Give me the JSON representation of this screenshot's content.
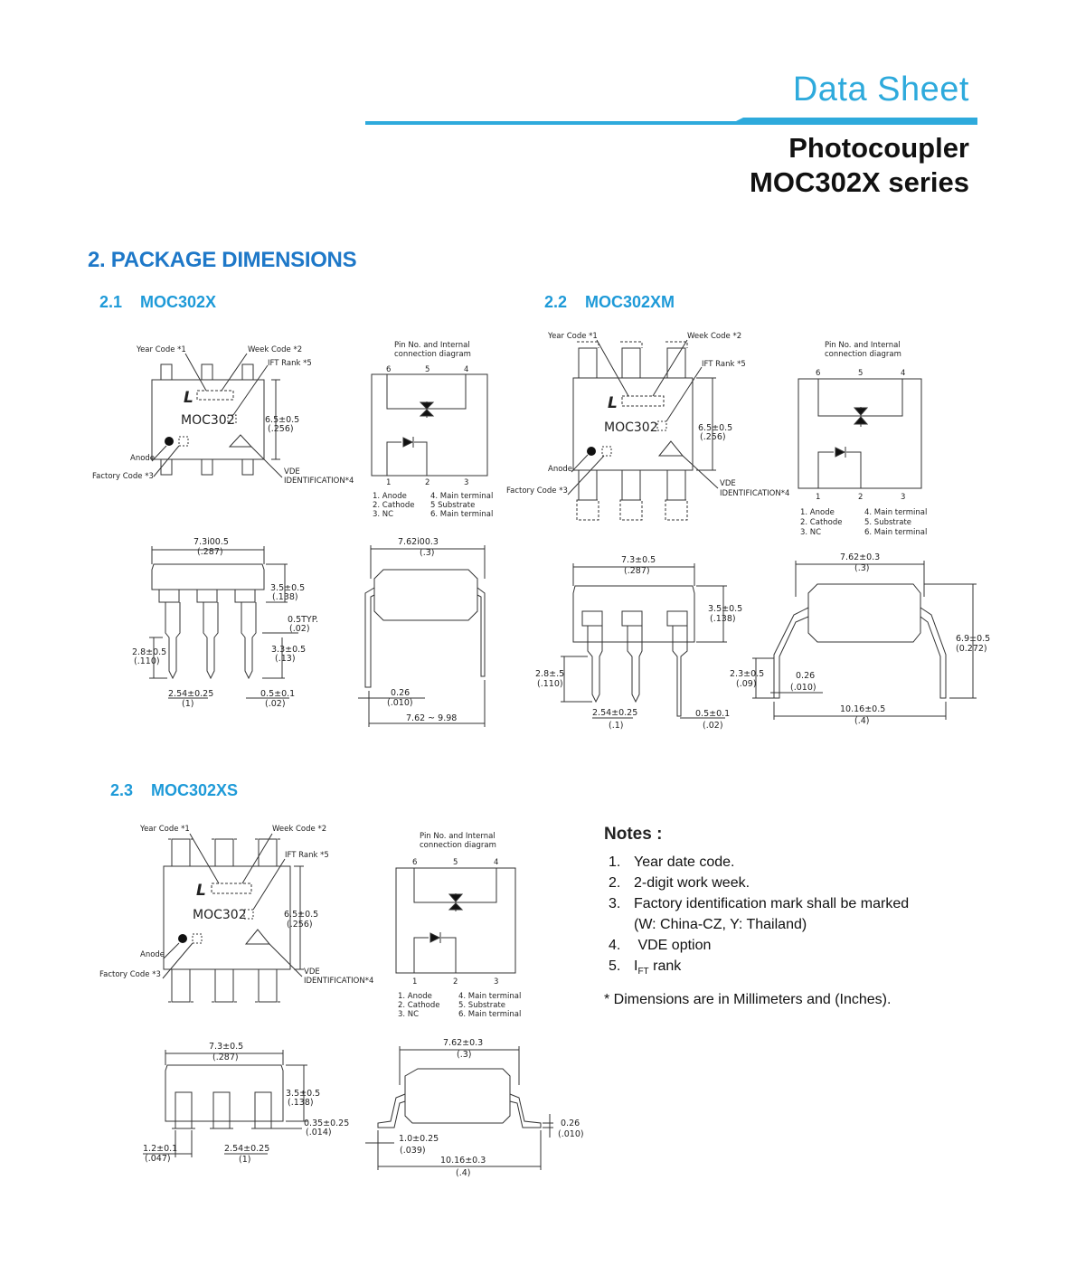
{
  "header": {
    "doc_type": "Data Sheet",
    "product_line1": "Photocoupler",
    "product_line2": "MOC302X  series",
    "accent_color": "#2eaadc"
  },
  "section": {
    "title": "2.   PACKAGE DIMENSIONS",
    "sub1": "2.1    MOC302X",
    "sub2": "2.2    MOC302XM",
    "sub3": "2.3    MOC302XS"
  },
  "labels": {
    "year_code": "Year Code *1",
    "week_code": "Week Code *2",
    "ift_rank": "IFT Rank *5",
    "anode": "Anode",
    "factory_code": "Factory Code *3",
    "vde": "VDE",
    "vde_id": "IDENTIFICATION*4",
    "pin_title1": "Pin No. and Internal",
    "pin_title2": "connection diagram",
    "part_mark": "MOC302",
    "logo": "L",
    "p1": "1",
    "p2": "2",
    "p3": "3",
    "p4": "4",
    "p5": "5",
    "p6": "6",
    "legend_a1": "1. Anode",
    "legend_a2": "2. Cathode",
    "legend_a3": "3. NC",
    "legend_b4": "4. Main terminal",
    "legend_b5a": "5  Substrate",
    "legend_b5b": "5. Substrate",
    "legend_b6": "6. Main terminal"
  },
  "dims": {
    "h65": "6.5±0.5",
    "h65i": "(.256)",
    "w73a": "7.3i00.5",
    "w73": "7.3±0.5",
    "w73i": "(.287)",
    "w762a": "7.62i00.3",
    "w762": "7.62±0.3",
    "w762i": "(.3)",
    "h35": "3.5±0.5",
    "h35i": "(.138)",
    "typ05": "0.5TYP.",
    "typ05i": "(.02)",
    "h33": "3.3±0.5",
    "h33i": "(.13)",
    "h28": "2.8±0.5",
    "h28b": "2.8±.5",
    "h28i": "(.110)",
    "p254": "2.54±0.25",
    "p254i": "(1)",
    "p254j": "(.1)",
    "l05": "0.5±0.1",
    "l05i": "(.02)",
    "t026": "0.26",
    "t026i": "(.010)",
    "span": "7.62 ~ 9.98",
    "h69": "6.9±0.5",
    "h69i": "(0.272)",
    "h23": "2.3±0.5",
    "h23i": "(.09)",
    "w1016": "10.16±0.5",
    "w1016i": "(.4)",
    "w1016s": "10.16±0.3",
    "l035": "0.35±0.25",
    "l035i": "(.014)",
    "l12": "1.2±0.1",
    "l12i": "(.047)",
    "l10": "1.0±0.25",
    "l10i": "(.039)"
  },
  "notes": {
    "title": "Notes :",
    "items": [
      {
        "num": "1.",
        "text": "Year date code."
      },
      {
        "num": "2.",
        "text": "2-digit work week."
      },
      {
        "num": "3.",
        "text": "Factory identification mark shall be marked"
      },
      {
        "num": "4.",
        "text": " VDE option"
      },
      {
        "num": "5.",
        "text": "I",
        "sub": "FT",
        "rest": " rank"
      }
    ],
    "item3_cont": "(W: China-CZ, Y: Thailand)",
    "footer": "* Dimensions are in Millimeters and (Inches)."
  }
}
